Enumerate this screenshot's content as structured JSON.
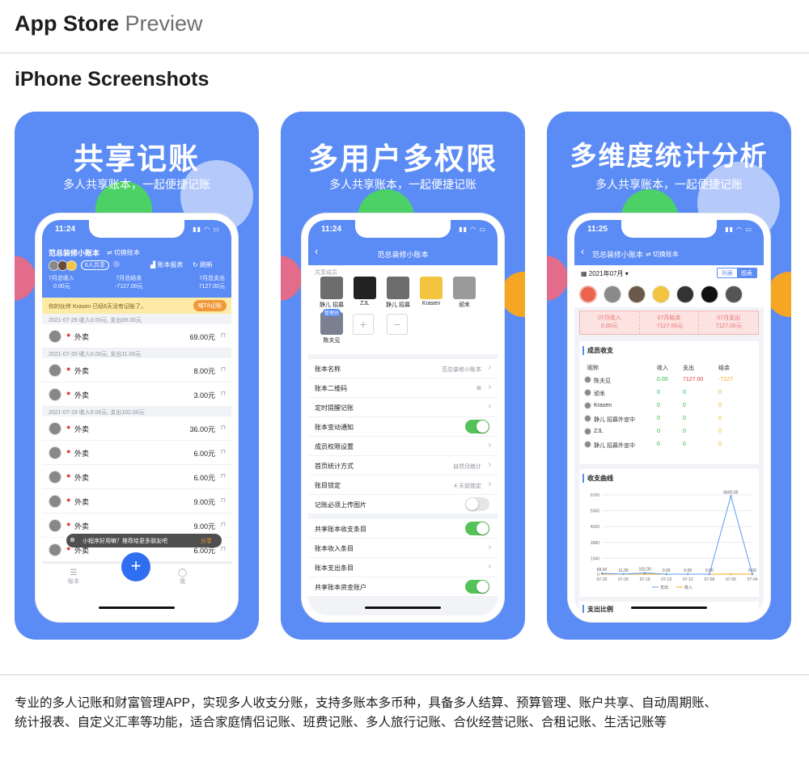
{
  "header": {
    "brand_strong": "App Store",
    "brand_light": "Preview"
  },
  "section_title": "iPhone Screenshots",
  "colors": {
    "bg_blue": "#5b8bf5",
    "green": "#4cd167",
    "orange": "#f5a623",
    "pink": "#e36c8a",
    "toggle_on": "#54c258",
    "red": "#e53935"
  },
  "shots": [
    {
      "title": "共享记账",
      "subtitle": "多人共享账本，一起便捷记账",
      "time": "11:24",
      "book": "范总装修小账本",
      "switch_book": "⇌ 切换账本",
      "share_tag": "6人共享",
      "report": "账本报表",
      "refresh": "刷新",
      "stats": [
        {
          "label": "7月总收入",
          "value": "0.00元"
        },
        {
          "label": "7月总结余",
          "value": "-7127.00元"
        },
        {
          "label": "7月总支出",
          "value": "7127.00元"
        }
      ],
      "notice": "你的伙伴 Krasen 已经6天没有记账了。",
      "notice_btn": "喊TA记账",
      "groups": [
        {
          "date": "2021-07-29  收入0.00元, 支出69.00元",
          "items": [
            {
              "name": "外卖",
              "amount": "69.00元"
            }
          ]
        },
        {
          "date": "2021-07-20  收入0.00元, 支出11.00元",
          "items": [
            {
              "name": "外卖",
              "amount": "8.00元"
            },
            {
              "name": "外卖",
              "amount": "3.00元"
            }
          ]
        },
        {
          "date": "2021-07-19  收入0.00元, 支出102.00元",
          "items": [
            {
              "name": "外卖",
              "amount": "36.00元"
            },
            {
              "name": "外卖",
              "amount": "6.00元"
            },
            {
              "name": "外卖",
              "amount": "6.00元"
            },
            {
              "name": "外卖",
              "amount": "9.00元"
            },
            {
              "name": "外卖",
              "amount": "9.00元"
            },
            {
              "name": "外卖",
              "amount": "6.00元"
            }
          ]
        }
      ],
      "toast": "小程序好用嘛？推荐给更多朋友吧",
      "toast_btn": "分享",
      "tab_book": "账本",
      "tab_me": "我"
    },
    {
      "title": "多用户多权限",
      "subtitle": "多人共享账本，一起便捷记账",
      "time": "11:24",
      "nav_title": "范总装修小账本",
      "members_label": "共享成员",
      "members": [
        {
          "name": "静儿 招募"
        },
        {
          "name": "ZJL"
        },
        {
          "name": "静儿 招募"
        },
        {
          "name": "Krasen"
        },
        {
          "name": "顽禾"
        },
        {
          "name": "陈夫见",
          "badge": "管理员"
        }
      ],
      "settings": [
        {
          "label": "账本名称",
          "value": "范总装修小账本",
          "type": "chev"
        },
        {
          "label": "账本二维码",
          "value": "⊞",
          "type": "chev"
        },
        {
          "label": "定时提醒记账",
          "value": "",
          "type": "chev"
        },
        {
          "label": "账本变动通知",
          "value": "",
          "type": "on"
        },
        {
          "label": "成员权限设置",
          "value": "",
          "type": "chev"
        },
        {
          "label": "首页统计方式",
          "value": "自然月统计",
          "type": "chev"
        },
        {
          "label": "账目锁定",
          "value": "4 天前锁定",
          "type": "chev"
        },
        {
          "label": "记账必须上传图片",
          "value": "",
          "type": "off"
        },
        {
          "label": "共享账本收支条目",
          "value": "",
          "type": "on"
        },
        {
          "label": "账本收入条目",
          "value": "",
          "type": "chev"
        },
        {
          "label": "账本支出条目",
          "value": "",
          "type": "chev"
        },
        {
          "label": "共享账本资金账户",
          "value": "",
          "type": "on"
        }
      ]
    },
    {
      "title": "多维度统计分析",
      "subtitle": "多人共享账本，一起便捷记账",
      "time": "11:25",
      "nav_title": "范总装修小账本",
      "switch_book": "⇌ 切换账本",
      "month": "2021年07月",
      "seg_list": "列表",
      "seg_chart": "图表",
      "summary": [
        {
          "label": "07月收入",
          "value": "0.00元"
        },
        {
          "label": "07月结余",
          "value": "-7127.00元"
        },
        {
          "label": "07月支出",
          "value": "7127.00元"
        }
      ],
      "members_title": "成员收支",
      "table_headers": [
        "昵称",
        "收入",
        "支出",
        "结余"
      ],
      "table_rows": [
        [
          "陈夫见",
          "0.00",
          "7127.00",
          "-7127"
        ],
        [
          "顽禾",
          "0",
          "0",
          "0"
        ],
        [
          "Krasen",
          "0",
          "0",
          "0"
        ],
        [
          "静儿 招募外宣中",
          "0",
          "0",
          "0"
        ],
        [
          "ZJL",
          "0",
          "0",
          "0"
        ],
        [
          "静儿 招募外宣中",
          "0",
          "0",
          "0"
        ]
      ],
      "curve_title": "收支曲线",
      "ratio_title": "支出比例",
      "chart_data": {
        "type": "line",
        "x": [
          "07-29",
          "07-20",
          "07-19",
          "07-13",
          "07-12",
          "07-08",
          "07-05",
          "07-04"
        ],
        "yticks": [
          "6700",
          "5360",
          "4020",
          "2680",
          "1340",
          "0"
        ],
        "ylim": [
          0,
          6700
        ],
        "series": [
          {
            "name": "支出",
            "color": "#5b9cf5",
            "values": [
              69,
              11,
              102,
              0,
              0,
              0,
              6600,
              0
            ],
            "labels": [
              "69.00",
              "11.00",
              "102.00",
              "0.00",
              "0.00",
              "0.00",
              "6600.00",
              "0.00"
            ]
          },
          {
            "name": "收入",
            "color": "#f5a623",
            "values": [
              0,
              0,
              0,
              0,
              0,
              0,
              0,
              0
            ]
          }
        ]
      }
    }
  ],
  "description": "专业的多人记账和财富管理APP，实现多人收支分账，支持多账本多币种，具备多人结算、预算管理、账户共享、自动周期账、统计报表、自定义汇率等功能，适合家庭情侣记账、班费记账、多人旅行记账、合伙经营记账、合租记账、生活记账等"
}
